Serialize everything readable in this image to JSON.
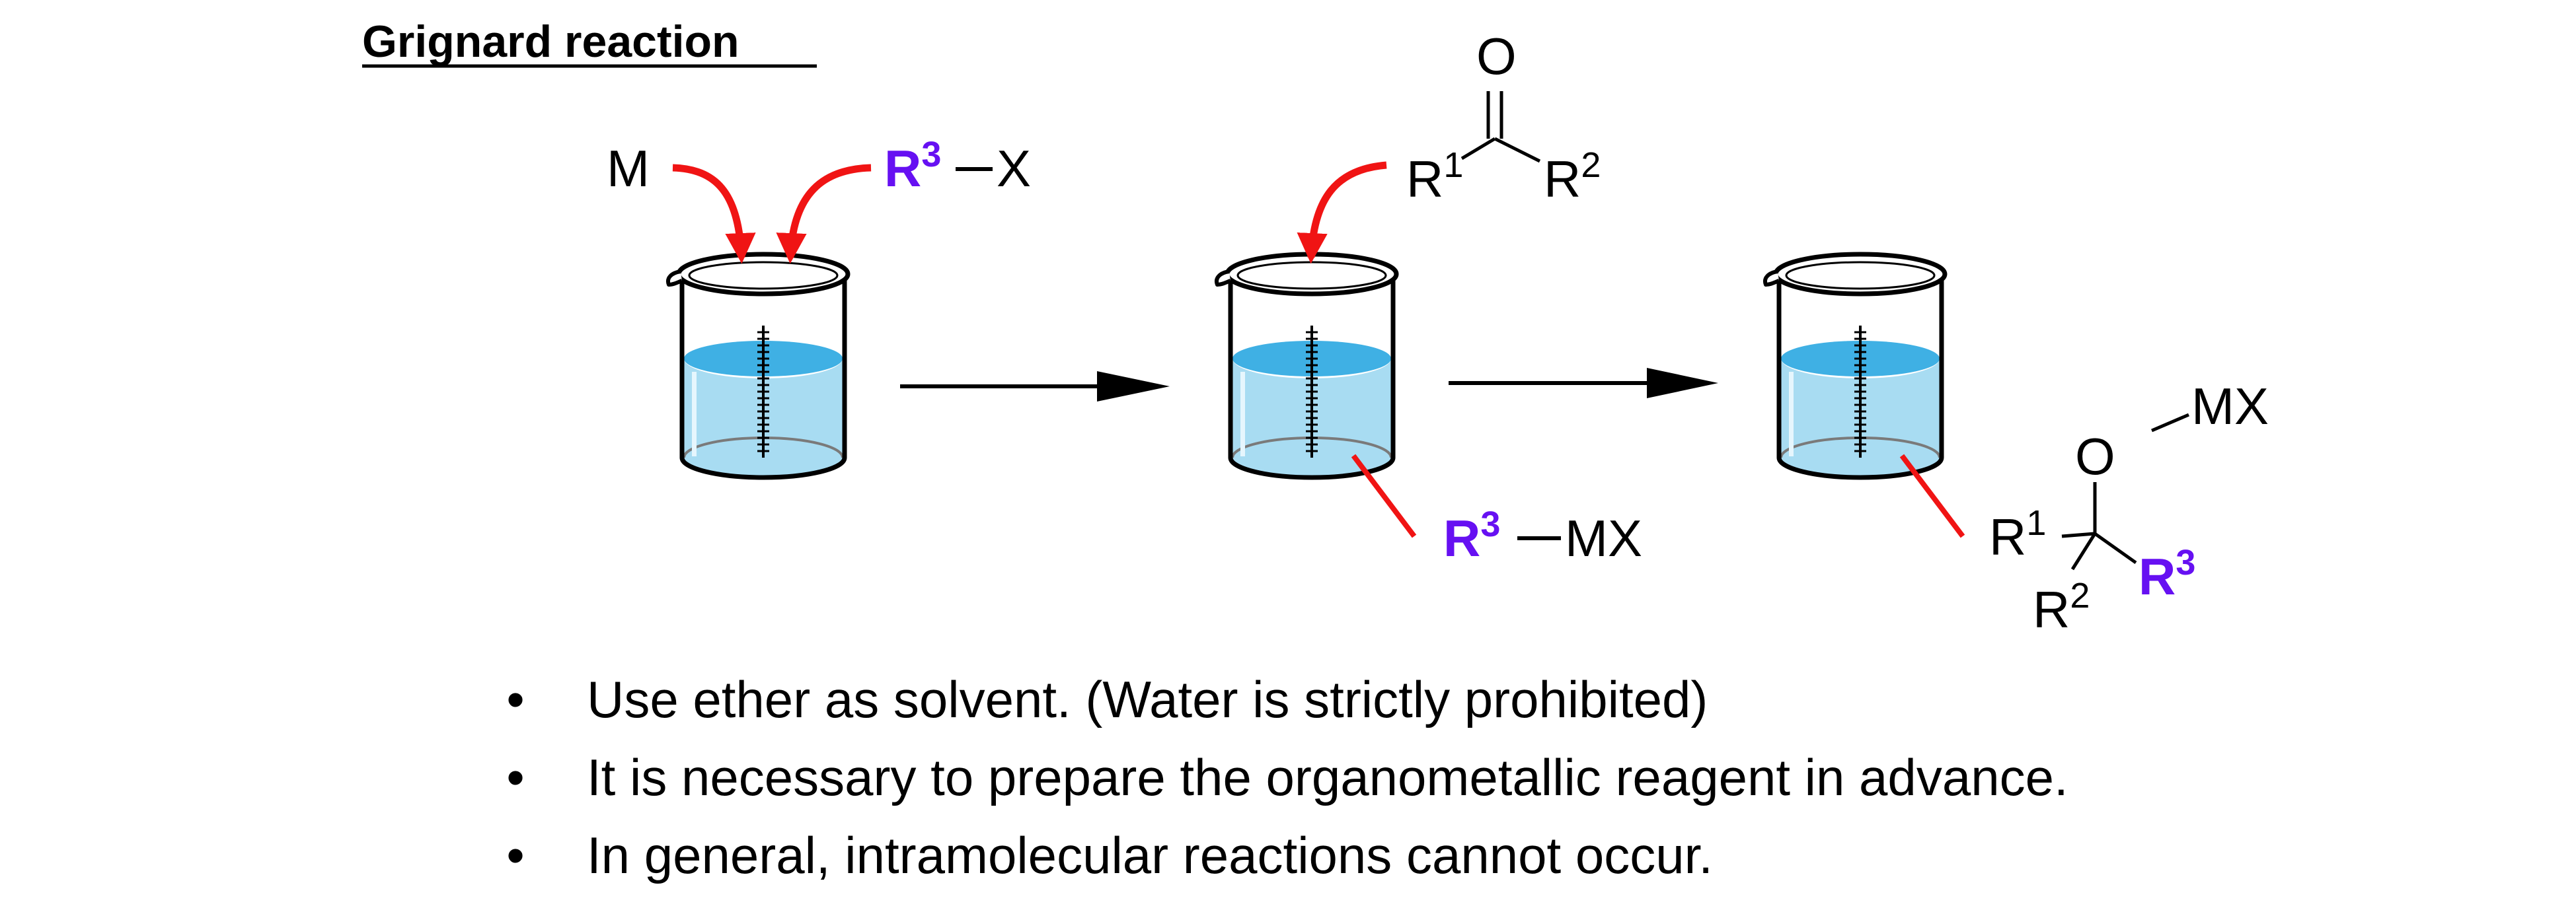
{
  "title": "Grignard reaction",
  "colors": {
    "arrow_red": "#f01414",
    "highlight_purple": "#6610f2",
    "liquid_light": "#a8dcf2",
    "liquid_surface": "#3fb0e4"
  },
  "icons": [
    "beaker-icon",
    "reaction-arrow-icon",
    "addition-arrow-icon"
  ],
  "step1": {
    "metal": "M",
    "halide_r": "R",
    "halide_r_sup": "3",
    "halide_x": "X"
  },
  "step2": {
    "ketone_o": "O",
    "ketone_r1": "R",
    "ketone_r1_sup": "1",
    "ketone_r2": "R",
    "ketone_r2_sup": "2",
    "reagent_r": "R",
    "reagent_r_sup": "3",
    "reagent_mx": "MX"
  },
  "step3": {
    "product_o": "O",
    "product_mx": "MX",
    "product_r1": "R",
    "product_r1_sup": "1",
    "product_r2": "R",
    "product_r2_sup": "2",
    "product_r3": "R",
    "product_r3_sup": "3"
  },
  "notes": [
    "Use ether as solvent. (Water is strictly prohibited)",
    "It is necessary to prepare the organometallic reagent in advance.",
    "In general, intramolecular reactions cannot occur."
  ],
  "bullet_char": "•"
}
